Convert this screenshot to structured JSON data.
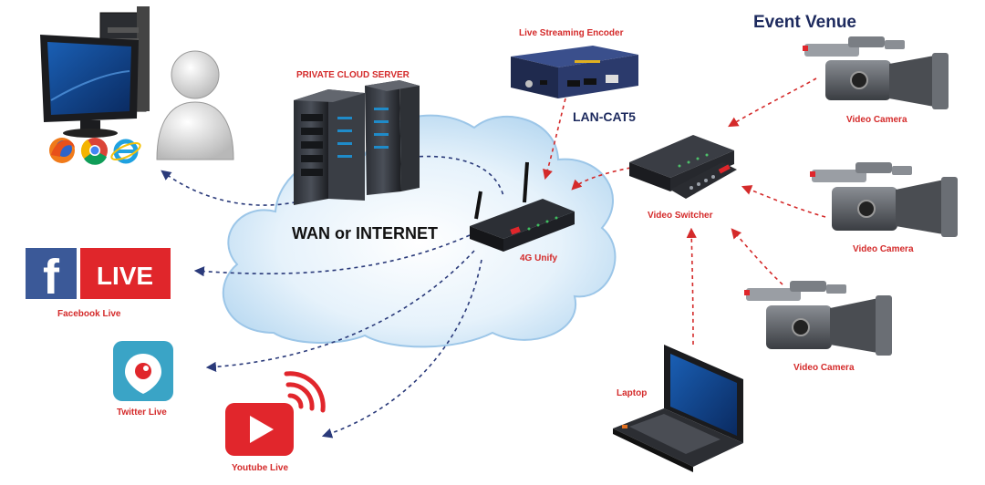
{
  "labels": {
    "event_venue": "Event Venue",
    "private_cloud_server": "PRIVATE CLOUD SERVER",
    "live_streaming_encoder": "Live Streaming Encoder",
    "lan_cat5": "LAN-CAT5",
    "wan_or_internet": "WAN or INTERNET",
    "unify_4g": "4G Unify",
    "video_switcher": "Video Switcher",
    "video_camera_1": "Video Camera",
    "video_camera_2": "Video Camera",
    "video_camera_3": "Video Camera",
    "laptop": "Laptop",
    "facebook_live": "Facebook Live",
    "twitter_live": "Twitter Live",
    "youtube_live": "Youtube Live",
    "live_badge": "LIVE",
    "facebook_letter": "f"
  },
  "colors": {
    "label_red": "#d42a2a",
    "event_venue_navy": "#1d2a5e",
    "facebook_blue": "#3b5998",
    "live_red": "#e0262b",
    "periscope_blue": "#3aa4c6",
    "youtube_red": "#e1262c",
    "cloud_blue": "#cfe6f7",
    "arrow_navy": "#2a3a7a",
    "arrow_red": "#d42a2a"
  },
  "icons": [
    "desktop-computer-icon",
    "user-icon",
    "firefox-icon",
    "chrome-icon",
    "ie-icon",
    "server-icon",
    "encoder-icon",
    "router-icon",
    "switcher-icon",
    "remote-icon",
    "camera-icon",
    "laptop-icon",
    "facebook-icon",
    "periscope-icon",
    "youtube-icon",
    "broadcast-waves-icon"
  ]
}
